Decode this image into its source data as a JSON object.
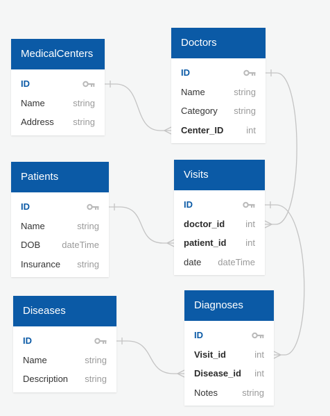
{
  "colors": {
    "header_bg": "#0b5aa6",
    "header_text": "#ffffff",
    "primary_key_text": "#0b5aa6",
    "type_text": "#9a9a9a",
    "connector": "#c4c4c4",
    "background": "#f5f6f6"
  },
  "entities": [
    {
      "id": "medical-centers",
      "title": "MedicalCenters",
      "fields": [
        {
          "name": "ID",
          "kind": "pk",
          "icon": "key-icon"
        },
        {
          "name": "Name",
          "type": "string"
        },
        {
          "name": "Address",
          "type": "string"
        }
      ]
    },
    {
      "id": "doctors",
      "title": "Doctors",
      "fields": [
        {
          "name": "ID",
          "kind": "pk",
          "icon": "key-icon"
        },
        {
          "name": "Name",
          "type": "string"
        },
        {
          "name": "Category",
          "type": "string"
        },
        {
          "name": "Center_ID",
          "kind": "fk",
          "type": "int"
        }
      ]
    },
    {
      "id": "patients",
      "title": "Patients",
      "fields": [
        {
          "name": "ID",
          "kind": "pk",
          "icon": "key-icon"
        },
        {
          "name": "Name",
          "type": "string"
        },
        {
          "name": "DOB",
          "type": "dateTime"
        },
        {
          "name": "Insurance",
          "type": "string"
        }
      ]
    },
    {
      "id": "visits",
      "title": "Visits",
      "fields": [
        {
          "name": "ID",
          "kind": "pk",
          "icon": "key-icon"
        },
        {
          "name": "doctor_id",
          "kind": "fk",
          "type": "int"
        },
        {
          "name": "patient_id",
          "kind": "fk",
          "type": "int"
        },
        {
          "name": "date",
          "type": "dateTime"
        }
      ]
    },
    {
      "id": "diseases",
      "title": "Diseases",
      "fields": [
        {
          "name": "ID",
          "kind": "pk",
          "icon": "key-icon"
        },
        {
          "name": "Name",
          "type": "string"
        },
        {
          "name": "Description",
          "type": "string"
        }
      ]
    },
    {
      "id": "diagnoses",
      "title": "Diagnoses",
      "fields": [
        {
          "name": "ID",
          "kind": "pk",
          "icon": "key-icon"
        },
        {
          "name": "Visit_id",
          "kind": "fk",
          "type": "int"
        },
        {
          "name": "Disease_id",
          "kind": "fk",
          "type": "int"
        },
        {
          "name": "Notes",
          "type": "string"
        }
      ]
    }
  ],
  "relationships": [
    {
      "from": "medical-centers.ID",
      "to": "doctors.Center_ID",
      "cardinality": "one-to-many"
    },
    {
      "from": "doctors.ID",
      "to": "visits.doctor_id",
      "cardinality": "one-to-many"
    },
    {
      "from": "patients.ID",
      "to": "visits.patient_id",
      "cardinality": "one-to-many"
    },
    {
      "from": "visits.ID",
      "to": "diagnoses.Visit_id",
      "cardinality": "one-to-many"
    },
    {
      "from": "diseases.ID",
      "to": "diagnoses.Disease_id",
      "cardinality": "one-to-many"
    }
  ]
}
